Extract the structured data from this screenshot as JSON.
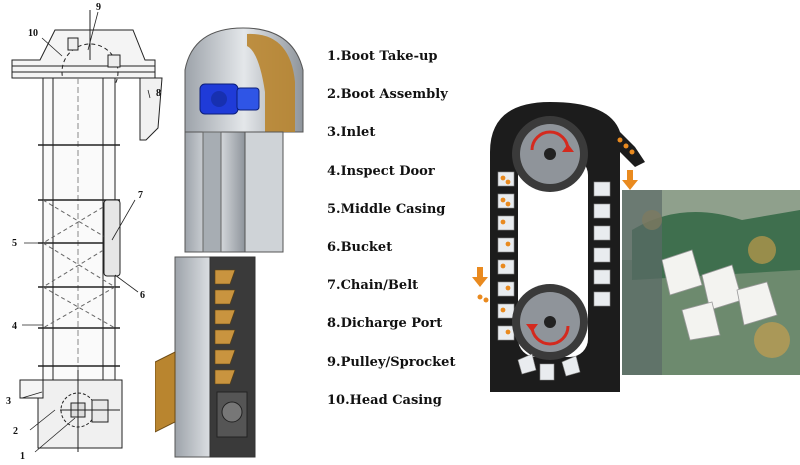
{
  "schematic": {
    "callouts": [
      "1",
      "2",
      "3",
      "4",
      "5",
      "6",
      "7",
      "8",
      "9",
      "10"
    ]
  },
  "legend": {
    "items": [
      "1.Boot Take-up",
      "2.Boot Assembly",
      "3.Inlet",
      "4.Inspect Door",
      "5.Middle Casing",
      "6.Bucket",
      "7.Chain/Belt",
      "8.Dicharge Port",
      "9.Pulley/Sprocket",
      "10.Head Casing"
    ]
  },
  "icons": {
    "motor": "blue-motor-icon",
    "rotation": "rotation-arrow-icon",
    "flow": "flow-arrow-icon"
  },
  "colors": {
    "motor_blue": "#1f3bd8",
    "grain": "#c9943f",
    "arrow_red": "#d42a1e",
    "flow_orange": "#e98a1f",
    "casing_dark": "#1c1c1c",
    "steel": "#c8ccd1"
  }
}
